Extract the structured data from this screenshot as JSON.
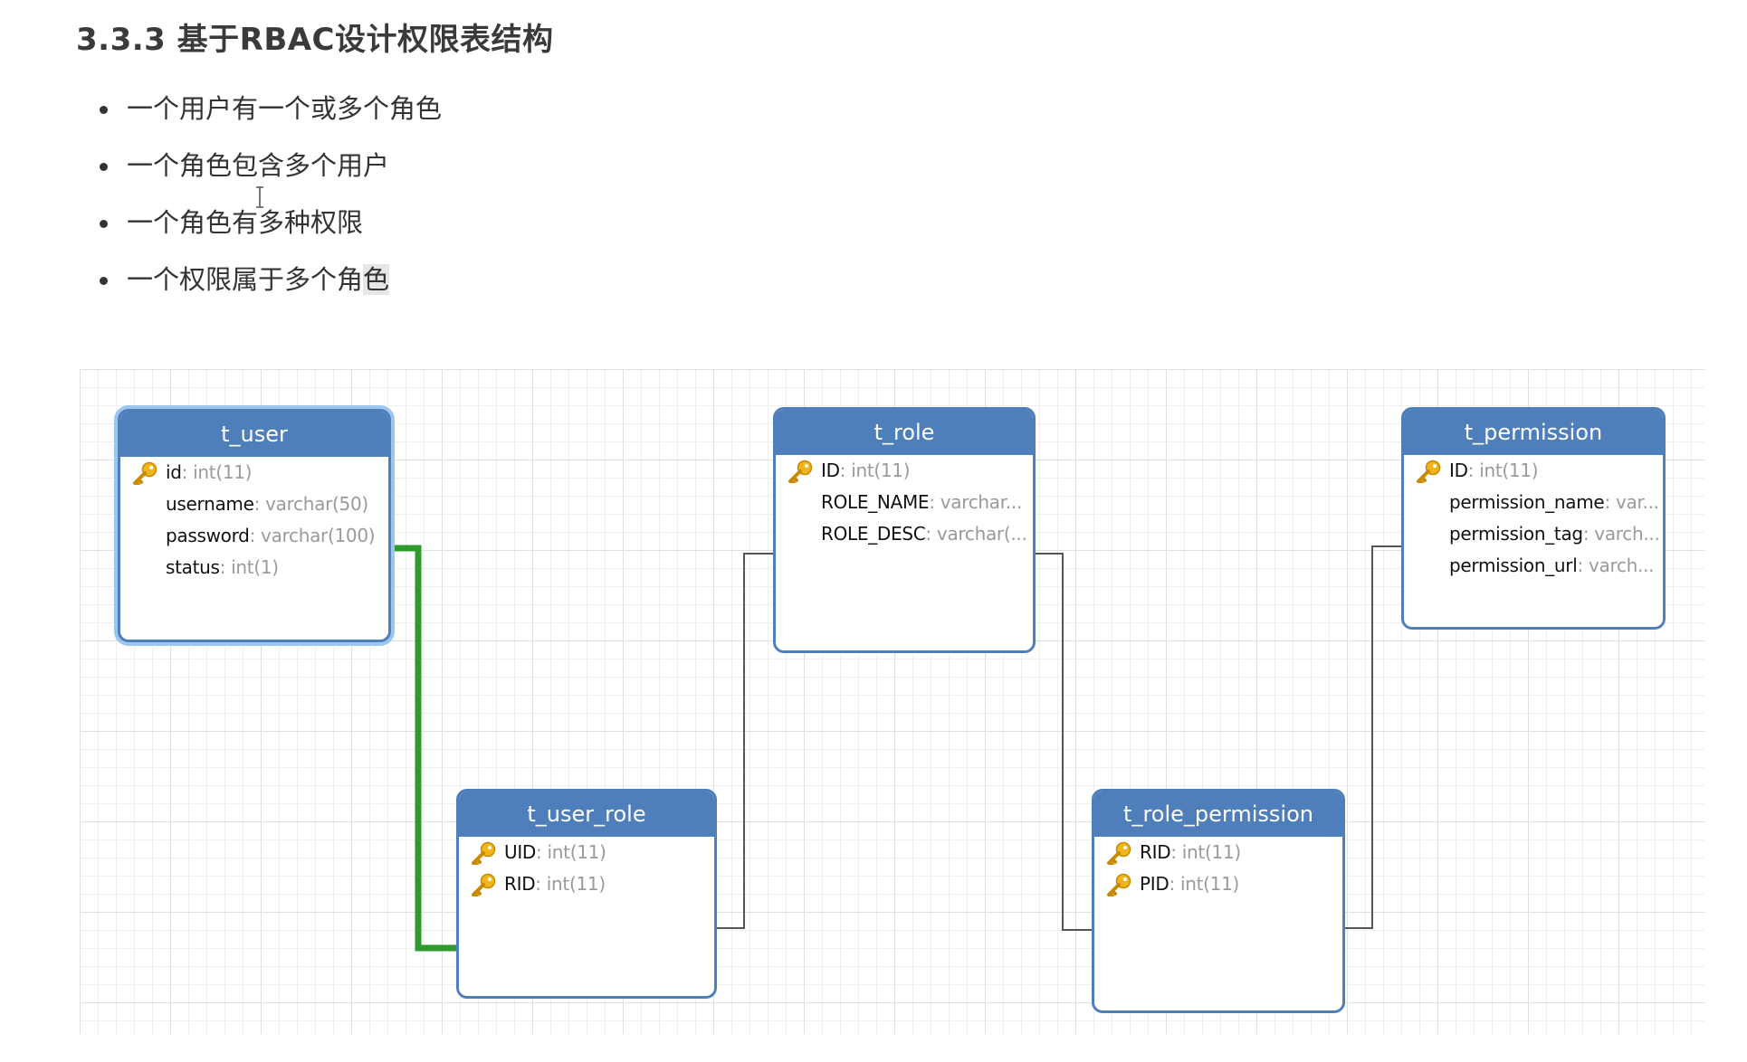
{
  "heading": "3.3.3 基于RBAC设计权限表结构",
  "bullets": [
    {
      "text": "一个用户有一个或多个角色"
    },
    {
      "text": "一个角色包含多个用户"
    },
    {
      "text": "一个角色有多种权限"
    },
    {
      "text_main": "一个权限属于多个角",
      "text_highlight": "色"
    }
  ],
  "icons": {
    "key": "key-icon",
    "cursor": "text-cursor-icon"
  },
  "colors": {
    "entity_header": "#4f7fbb",
    "selected_link": "#2e9a2e",
    "key": "#f1b51c"
  },
  "entities": {
    "t_user": {
      "title": "t_user",
      "selected": true,
      "fields": [
        {
          "name": "id",
          "type": ": int(11)",
          "pk": true
        },
        {
          "name": "username",
          "type": ": varchar(50)",
          "pk": false
        },
        {
          "name": "password",
          "type": ": varchar(100)",
          "pk": false
        },
        {
          "name": "status",
          "type": ": int(1)",
          "pk": false
        }
      ]
    },
    "t_role": {
      "title": "t_role",
      "fields": [
        {
          "name": "ID",
          "type": ": int(11)",
          "pk": true
        },
        {
          "name": "ROLE_NAME",
          "type": ": varchar...",
          "pk": false
        },
        {
          "name": "ROLE_DESC",
          "type": ": varchar(...",
          "pk": false
        }
      ]
    },
    "t_permission": {
      "title": "t_permission",
      "fields": [
        {
          "name": "ID",
          "type": ": int(11)",
          "pk": true
        },
        {
          "name": "permission_name",
          "type": ": var...",
          "pk": false
        },
        {
          "name": "permission_tag",
          "type": ": varch...",
          "pk": false
        },
        {
          "name": "permission_url",
          "type": ": varch...",
          "pk": false
        }
      ]
    },
    "t_user_role": {
      "title": "t_user_role",
      "fields": [
        {
          "name": "UID",
          "type": ": int(11)",
          "pk": true
        },
        {
          "name": "RID",
          "type": ": int(11)",
          "pk": true
        }
      ]
    },
    "t_role_permission": {
      "title": "t_role_permission",
      "fields": [
        {
          "name": "RID",
          "type": ": int(11)",
          "pk": true
        },
        {
          "name": "PID",
          "type": ": int(11)",
          "pk": true
        }
      ]
    }
  }
}
